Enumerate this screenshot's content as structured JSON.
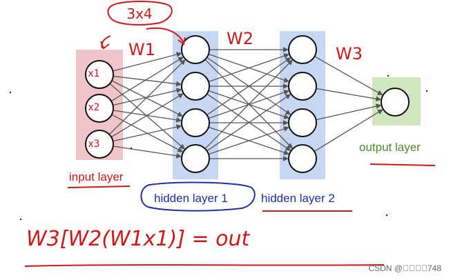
{
  "layers": {
    "input": {
      "label": "input layer",
      "nodes": [
        "x1",
        "x2",
        "x3"
      ],
      "band_color": "#f0c4c8"
    },
    "hidden1": {
      "label": "hidden layer 1",
      "node_count": 4,
      "band_color": "#c7d6f2"
    },
    "hidden2": {
      "label": "hidden layer 2",
      "node_count": 4,
      "band_color": "#c7d6f2"
    },
    "output": {
      "label": "output layer",
      "node_count": 1,
      "band_color": "#cfe6bf"
    }
  },
  "weights": {
    "w1": "W1",
    "w2": "W2",
    "w3": "W3"
  },
  "annotations": {
    "dimension": "3x4",
    "formula": "W3[W2(W1x1)] = out"
  },
  "colors": {
    "label_red": "#d01818",
    "label_blue": "#1f2fa8",
    "label_green": "#4d8b2e",
    "edge": "#555555"
  },
  "watermark": "CSDN @\u0000\u0000\u0000\u0000748"
}
